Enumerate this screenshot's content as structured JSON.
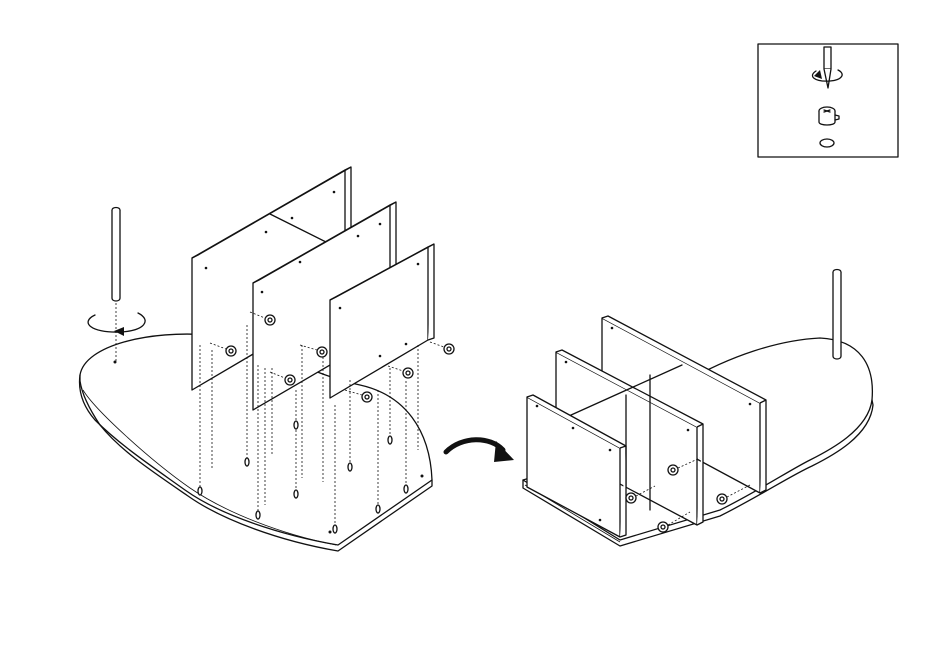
{
  "diagram": {
    "kind": "assembly-instruction",
    "ink_color": "#111111",
    "background": "#ffffff",
    "steps": [
      {
        "name": "attach-legs-and-dividers",
        "legs": 1,
        "divider_panels": 3
      },
      {
        "name": "flip-assembly",
        "arrow": "curved-arrow-right"
      },
      {
        "name": "assembled-result"
      }
    ],
    "detail_inset": {
      "tool": "screwdriver-icon",
      "fitting": "cam-lock-icon",
      "action": "rotate-clockwise"
    }
  }
}
